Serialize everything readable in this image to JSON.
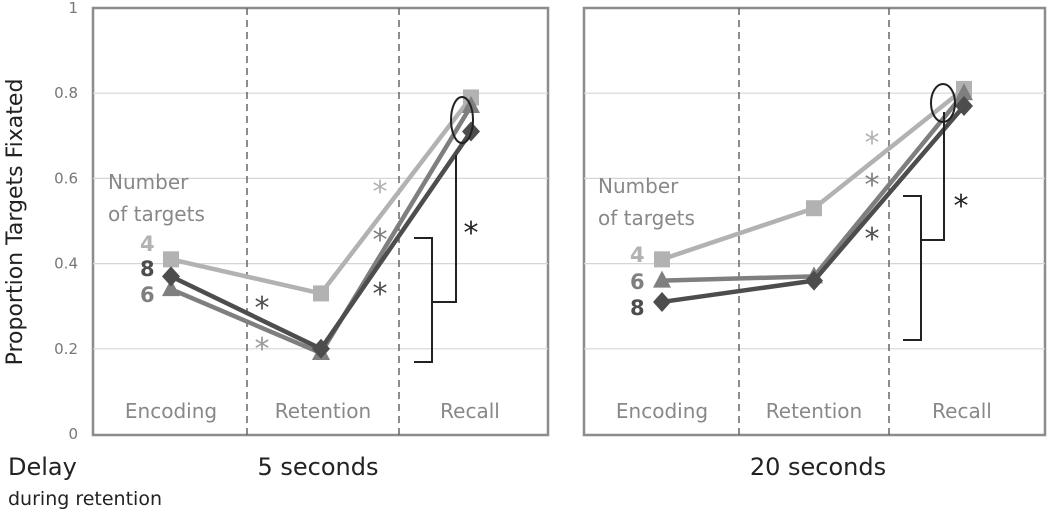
{
  "chart_data": {
    "type": "line",
    "y_axis": {
      "label": "Proportion Targets Fixated",
      "ylim": [
        0,
        1
      ],
      "ticks": [
        "0",
        "0.2",
        "0.4",
        "0.6",
        "0.8",
        "1"
      ]
    },
    "bottom_label": "Delay",
    "bottom_sublabel": "during retention",
    "colors": {
      "4": "#b2b2b2",
      "6": "#7f7f7f",
      "8": "#4d4d4d"
    },
    "legend_title": [
      "Number",
      "of targets"
    ],
    "panels": [
      {
        "delay_label": "5 seconds",
        "phases": [
          "Encoding",
          "Retention",
          "Recall"
        ],
        "series": [
          {
            "name": "4",
            "marker": "square",
            "values": [
              0.41,
              0.33,
              0.79
            ]
          },
          {
            "name": "6",
            "marker": "triangle",
            "values": [
              0.34,
              0.19,
              0.77
            ]
          },
          {
            "name": "8",
            "marker": "diamond",
            "values": [
              0.37,
              0.2,
              0.71
            ]
          }
        ],
        "legend_order": [
          "4",
          "8",
          "6"
        ]
      },
      {
        "delay_label": "20 seconds",
        "phases": [
          "Encoding",
          "Retention",
          "Recall"
        ],
        "series": [
          {
            "name": "4",
            "marker": "square",
            "values": [
              0.41,
              0.53,
              0.81
            ]
          },
          {
            "name": "6",
            "marker": "triangle",
            "values": [
              0.36,
              0.37,
              0.8
            ]
          },
          {
            "name": "8",
            "marker": "diamond",
            "values": [
              0.31,
              0.36,
              0.77
            ]
          }
        ],
        "legend_order": [
          "4",
          "6",
          "8"
        ]
      }
    ],
    "asterisk": "*"
  }
}
